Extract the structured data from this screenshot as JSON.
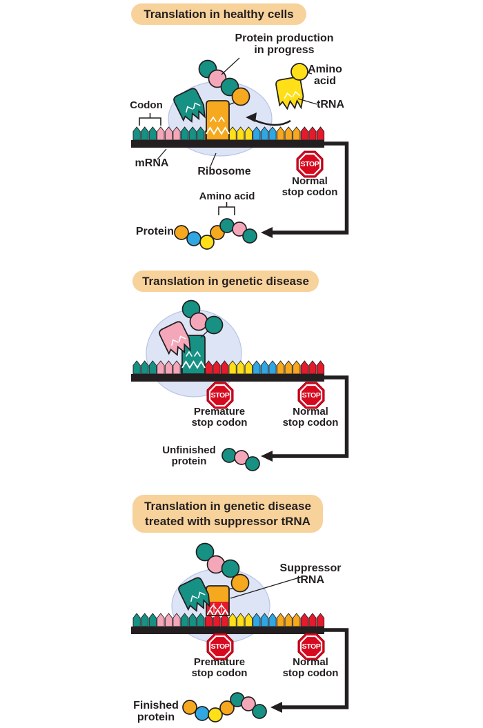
{
  "colors": {
    "teal": "#169184",
    "pink": "#f5a7ba",
    "amber": "#f6a81e",
    "yellow": "#ffdf17",
    "blue": "#30a7e2",
    "red": "#e51b2c",
    "stop_red": "#d6091e",
    "stop_edge": "#9b0012",
    "ribosome": "#dde4f5",
    "ribosome_edge": "#b7c3e6",
    "pill": "#f8d29b",
    "ink": "#231f20"
  },
  "stop_label": "STOP",
  "panels": [
    {
      "title": "Translation in healthy cells",
      "labels": {
        "protein_production": "Protein production\nin progress",
        "codon": "Codon",
        "mrna": "mRNA",
        "ribosome": "Ribosome",
        "amino_acid_trna": "Amino\nacid",
        "trna": "tRNA",
        "normal_stop": "Normal\nstop codon",
        "amino_acid_chain": "Amino acid",
        "protein": "Protein"
      },
      "codons": [
        "teal",
        "pink",
        "teal",
        "amber",
        "yellow",
        "blue",
        "amber",
        "red"
      ],
      "ribosome_chain": [
        "teal",
        "pink",
        "teal",
        "amber"
      ],
      "protein_chain": [
        "amber",
        "blue",
        "yellow",
        "amber",
        "teal",
        "pink",
        "teal"
      ]
    },
    {
      "title": "Translation in genetic disease",
      "labels": {
        "premature_stop": "Premature\nstop codon",
        "normal_stop": "Normal\nstop codon",
        "unfinished_protein": "Unfinished\nprotein"
      },
      "codons": [
        "teal",
        "pink",
        "teal",
        "red",
        "yellow",
        "blue",
        "amber",
        "red"
      ],
      "ribosome_chain": [
        "teal",
        "pink",
        "teal"
      ],
      "protein_chain": [
        "teal",
        "pink",
        "teal"
      ]
    },
    {
      "title": "Translation in genetic disease\ntreated with suppressor tRNA",
      "labels": {
        "suppressor_trna": "Suppressor\ntRNA",
        "premature_stop": "Premature\nstop codon",
        "normal_stop": "Normal\nstop codon",
        "finished_protein": "Finished\nprotein"
      },
      "codons": [
        "teal",
        "pink",
        "teal",
        "red",
        "yellow",
        "blue",
        "amber",
        "red"
      ],
      "ribosome_chain": [
        "teal",
        "pink",
        "teal",
        "amber"
      ],
      "protein_chain": [
        "amber",
        "blue",
        "yellow",
        "amber",
        "teal",
        "pink",
        "teal"
      ]
    }
  ]
}
